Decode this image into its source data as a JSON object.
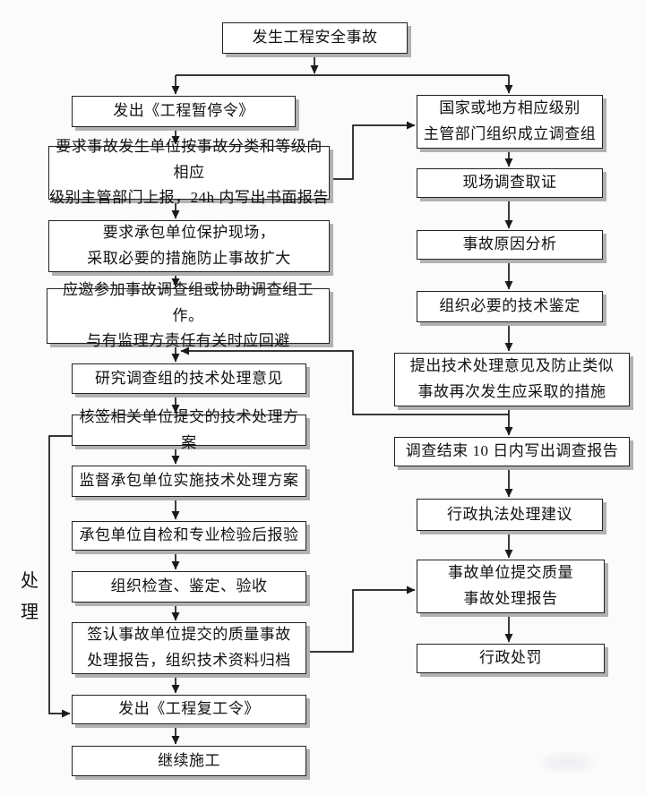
{
  "nodes": {
    "start": "发生工程安全事故",
    "left": [
      "发出《工程暂停令》",
      "要求事故发生单位按事故分类和等级向相应\n级别主管部门上报，24h 内写出书面报告",
      "要求承包单位保护现场，\n采取必要的措施防止事故扩大",
      "应邀参加事故调查组或协助调查组工作。\n与有监理方责任有关时应回避",
      "研究调查组的技术处理意见",
      "核签相关单位提交的技术处理方案",
      "监督承包单位实施技术处理方案",
      "承包单位自检和专业检验后报验",
      "组织检查、鉴定、验收",
      "签认事故单位提交的质量事故\n处理报告，组织技术资料归档",
      "发出《工程复工令》",
      "继续施工"
    ],
    "right": [
      "国家或地方相应级别\n主管部门组织成立调查组",
      "现场调查取证",
      "事故原因分析",
      "组织必要的技术鉴定",
      "提出技术处理意见及防止类似\n事故再次发生应采取的措施",
      "调查结束 10 日内写出调查报告",
      "行政执法处理建议",
      "事故单位提交质量\n事故处理报告",
      "行政处罚"
    ],
    "side_label": "处\n理"
  },
  "colors": {
    "line": "#1a1a1a",
    "box_border": "#222222",
    "box_shadow": "#b3b1af",
    "background": "#fcfbfb",
    "text": "#111111"
  }
}
